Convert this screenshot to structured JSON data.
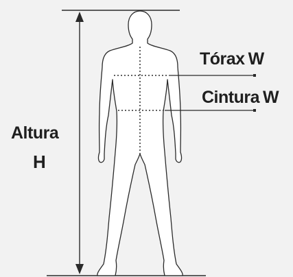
{
  "labels": {
    "chest": {
      "name": "Tórax",
      "symbol": "W"
    },
    "waist": {
      "name": "Cintura",
      "symbol": "W"
    },
    "height": {
      "name": "Altura",
      "symbol": "H"
    }
  },
  "colors": {
    "background": "#f2f2f2",
    "line": "#2a2a2a",
    "figure_fill": "#ffffff"
  }
}
